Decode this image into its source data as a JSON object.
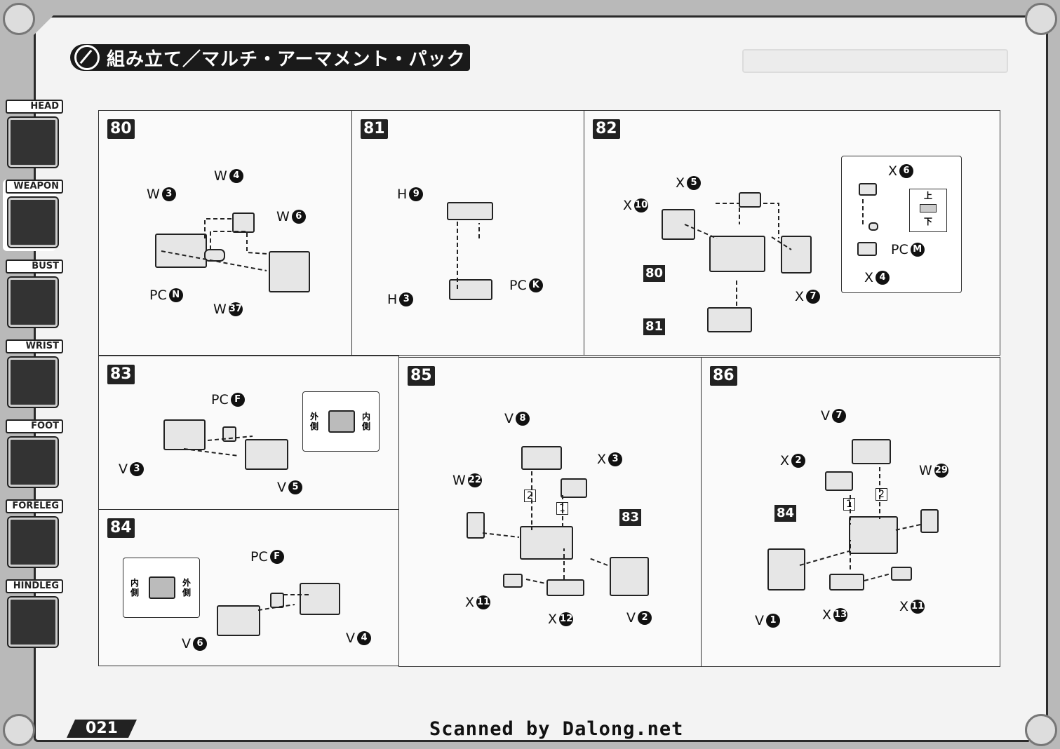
{
  "header": {
    "title": "組み立て／マルチ・アーマメント・パック"
  },
  "sidebar": {
    "items": [
      {
        "label": "HEAD"
      },
      {
        "label": "WEAPON"
      },
      {
        "label": "BUST"
      },
      {
        "label": "WRIST"
      },
      {
        "label": "FOOT"
      },
      {
        "label": "FORELEG"
      },
      {
        "label": "HINDLEG"
      }
    ]
  },
  "steps": {
    "s80": {
      "num": "80",
      "parts": [
        {
          "letter": "W",
          "n": "4"
        },
        {
          "letter": "W",
          "n": "3"
        },
        {
          "letter": "W",
          "n": "6"
        },
        {
          "letter": "PC",
          "n": "N"
        },
        {
          "letter": "W",
          "n": "37"
        }
      ]
    },
    "s81": {
      "num": "81",
      "parts": [
        {
          "letter": "H",
          "n": "9"
        },
        {
          "letter": "PC",
          "n": "K"
        },
        {
          "letter": "H",
          "n": "3"
        }
      ]
    },
    "s82": {
      "num": "82",
      "parts": [
        {
          "letter": "X",
          "n": "5"
        },
        {
          "letter": "X",
          "n": "10"
        },
        {
          "letter": "X",
          "n": "7"
        },
        {
          "letter": "X",
          "n": "6"
        },
        {
          "letter": "PC",
          "n": "M"
        },
        {
          "letter": "X",
          "n": "4"
        }
      ],
      "refs": [
        "80",
        "81"
      ],
      "inset": {
        "top": "上",
        "bottom": "下"
      }
    },
    "s83": {
      "num": "83",
      "parts": [
        {
          "letter": "PC",
          "n": "F"
        },
        {
          "letter": "V",
          "n": "3"
        },
        {
          "letter": "V",
          "n": "5"
        }
      ],
      "inset": {
        "left": "外側",
        "right": "内側"
      }
    },
    "s84": {
      "num": "84",
      "parts": [
        {
          "letter": "PC",
          "n": "F"
        },
        {
          "letter": "V",
          "n": "6"
        },
        {
          "letter": "V",
          "n": "4"
        }
      ],
      "inset": {
        "left": "内側",
        "right": "外側"
      }
    },
    "s85": {
      "num": "85",
      "parts": [
        {
          "letter": "V",
          "n": "8"
        },
        {
          "letter": "X",
          "n": "3"
        },
        {
          "letter": "W",
          "n": "22"
        },
        {
          "letter": "X",
          "n": "11"
        },
        {
          "letter": "X",
          "n": "12"
        },
        {
          "letter": "V",
          "n": "2"
        }
      ],
      "refs": [
        "83"
      ],
      "order": [
        "2",
        "1"
      ]
    },
    "s86": {
      "num": "86",
      "parts": [
        {
          "letter": "V",
          "n": "7"
        },
        {
          "letter": "X",
          "n": "2"
        },
        {
          "letter": "W",
          "n": "29"
        },
        {
          "letter": "V",
          "n": "1"
        },
        {
          "letter": "X",
          "n": "13"
        },
        {
          "letter": "X",
          "n": "11"
        }
      ],
      "refs": [
        "84"
      ],
      "order": [
        "1",
        "2"
      ]
    }
  },
  "footer": {
    "page": "021",
    "credit": "Scanned by Dalong.net"
  }
}
